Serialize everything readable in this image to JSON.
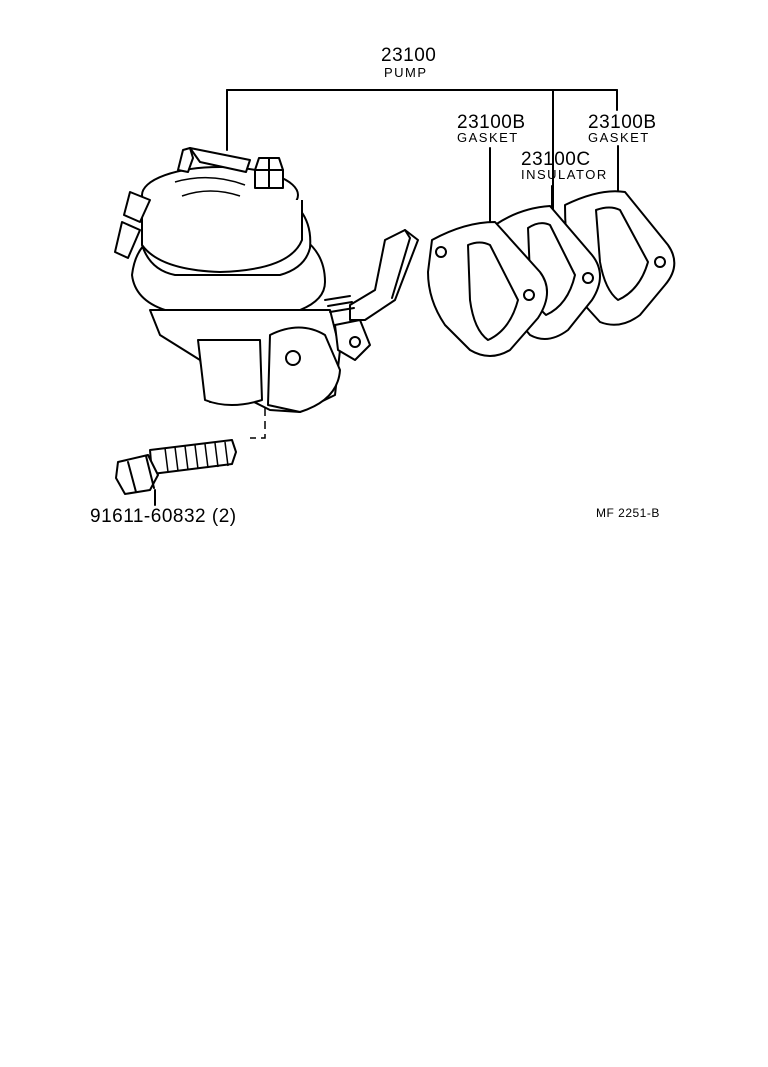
{
  "parts": {
    "pump": {
      "number": "23100",
      "name": "PUMP"
    },
    "gasket_front": {
      "number": "23100B",
      "name": "GASKET"
    },
    "insulator": {
      "number": "23100C",
      "name": "INSULATOR"
    },
    "gasket_rear": {
      "number": "23100B",
      "name": "GASKET"
    },
    "bolt": {
      "number": "91611-60832 (2)"
    }
  },
  "figure_ref": "MF  2251-B"
}
